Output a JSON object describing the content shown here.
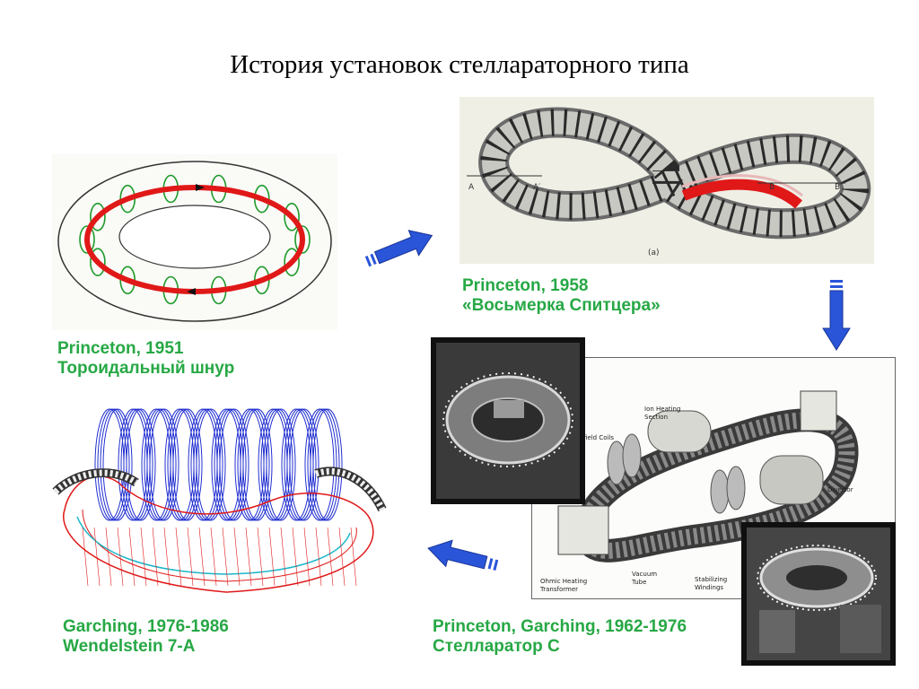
{
  "title": "История установок стеллараторного типа",
  "captions": {
    "p1951": {
      "line1": "Princeton, 1951",
      "line2": "Тороидальный шнур"
    },
    "p1958": {
      "line1": "Princeton, 1958",
      "line2": "«Восьмерка Спитцера»"
    },
    "stc": {
      "line1": "Princeton, Garching, 1962-1976",
      "line2": "Стелларатор С"
    },
    "w7a": {
      "line1": "Garching, 1976-1986",
      "line2": "Wendelstein 7-A"
    }
  },
  "figure8_labels": {
    "a": "A",
    "a_prime": "A′",
    "b": "B",
    "b_prime": "B′",
    "panel": "(a)"
  },
  "diagram_labels": {
    "ion_heating": [
      "Ion Heating",
      "Section"
    ],
    "field_coils": "field Coils",
    "divertor": "Divertor",
    "ohmic": [
      "Ohmic Heating",
      "Transformer"
    ],
    "vacuum": [
      "Vacuum",
      "Tube"
    ],
    "stabilizing": [
      "Stabilizing",
      "Windings"
    ]
  },
  "colors": {
    "caption": "#27a845",
    "arrow": "#2a55d8",
    "plasma": "#e01818",
    "field": "#1e9a2a"
  }
}
